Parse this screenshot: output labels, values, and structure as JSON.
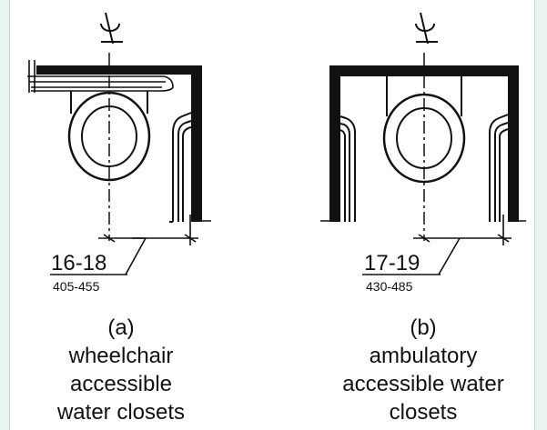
{
  "figures": [
    {
      "dimension_in": "16-18",
      "dimension_mm": "405-455",
      "caption_letter": "(a)",
      "caption_lines": [
        "wheelchair",
        "accessible",
        "water closets"
      ]
    },
    {
      "dimension_in": "17-19",
      "dimension_mm": "430-485",
      "caption_letter": "(b)",
      "caption_lines": [
        "ambulatory",
        "accessible water",
        "closets"
      ]
    }
  ],
  "colors": {
    "ink": "#111111",
    "page_bg": "#e9f4f2",
    "panel_bg": "#ffffff"
  }
}
